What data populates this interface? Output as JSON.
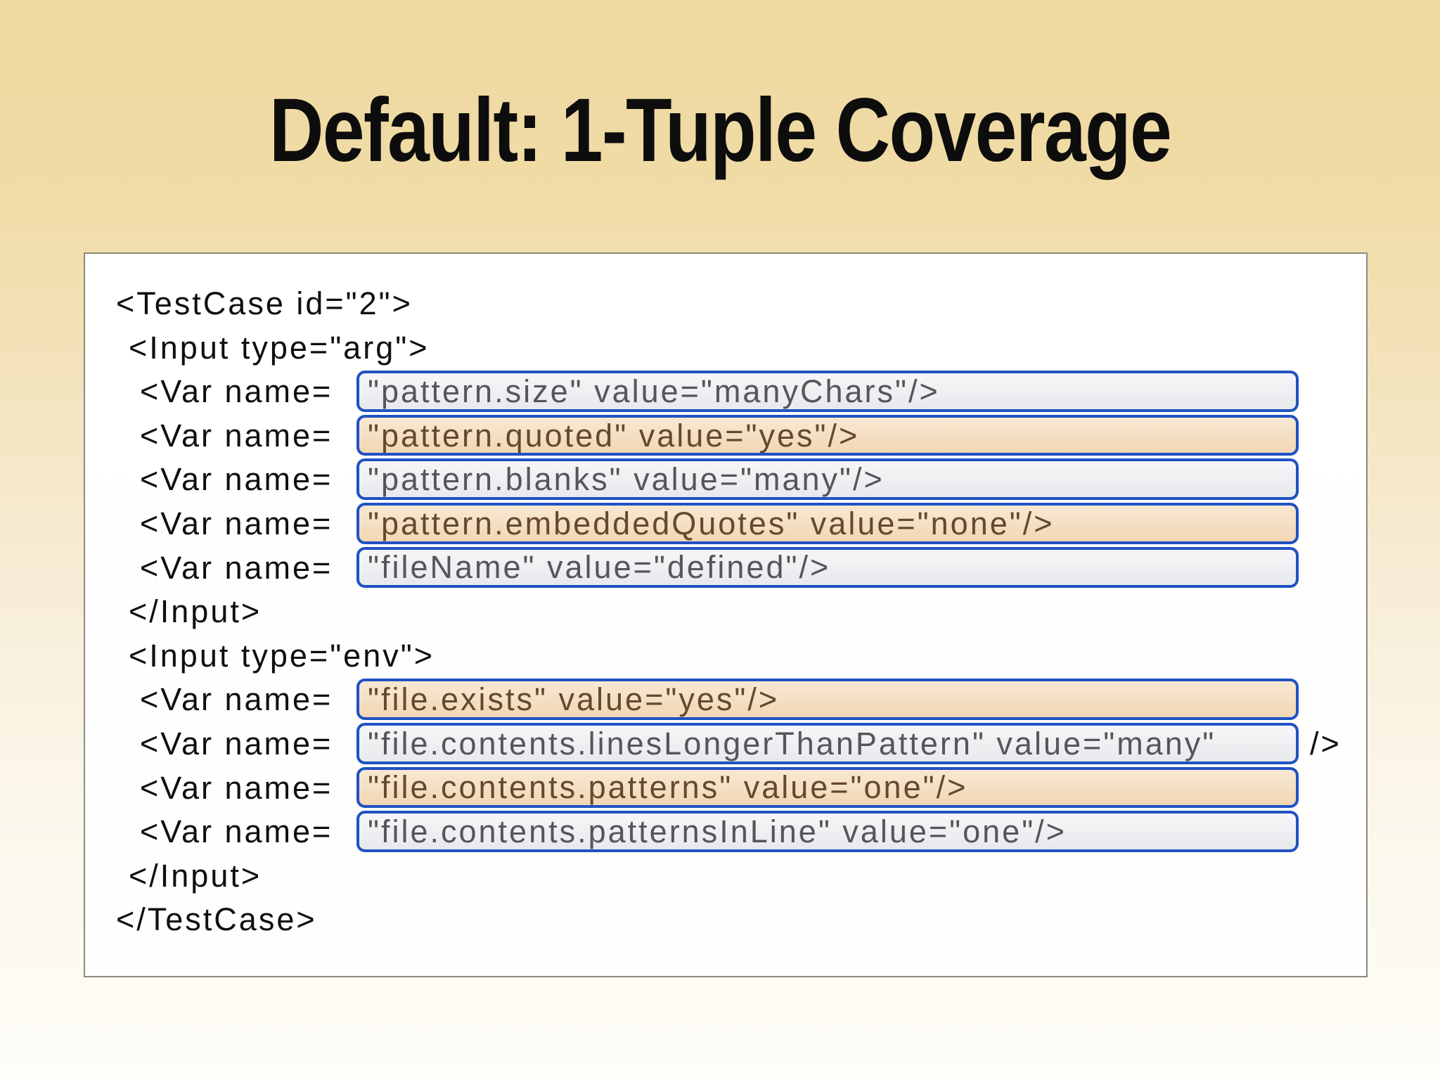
{
  "title": "Default: 1-Tuple Coverage",
  "colors": {
    "bg_top": "#efd9a0",
    "bg_bottom": "#fefdf8",
    "panel_border": "#8a8a7e",
    "code_text": "#0f0f0f",
    "accent_blue": "#1f52c4",
    "gray_box_bg": "#e8e9ec",
    "peach_box_bg": "#f1d7b5",
    "gray_text": "#55565a",
    "brown_text": "#64492e"
  },
  "code": {
    "lines": [
      {
        "indent": 1,
        "text": "<TestCase id=\"2\">"
      },
      {
        "indent": 2,
        "text": "<Input type=\"arg\">"
      },
      {
        "indent": 3,
        "label": "<Var name=",
        "box": "\"pattern.size\" value=\"manyChars\"/>",
        "style": "gray"
      },
      {
        "indent": 3,
        "label": "<Var name=",
        "box": "\"pattern.quoted\" value=\"yes\"/>",
        "style": "peach"
      },
      {
        "indent": 3,
        "label": "<Var name=",
        "box": "\"pattern.blanks\" value=\"many\"/>",
        "style": "gray"
      },
      {
        "indent": 3,
        "label": "<Var name=",
        "box": "\"pattern.embeddedQuotes\" value=\"none\"/>",
        "style": "peach"
      },
      {
        "indent": 3,
        "label": "<Var name=",
        "box": "\"fileName\" value=\"defined\"/>",
        "style": "gray"
      },
      {
        "indent": 2,
        "text": "</Input>"
      },
      {
        "indent": 2,
        "text": "<Input type=\"env\">"
      },
      {
        "indent": 3,
        "label": "<Var name=",
        "box": "\"file.exists\" value=\"yes\"/>",
        "style": "peach"
      },
      {
        "indent": 3,
        "label": "<Var name=",
        "box": "\"file.contents.linesLongerThanPattern\" value=\"many\"",
        "style": "gray",
        "suffix": "/>"
      },
      {
        "indent": 3,
        "label": "<Var name=",
        "box": "\"file.contents.patterns\" value=\"one\"/>",
        "style": "peach"
      },
      {
        "indent": 3,
        "label": "<Var name=",
        "box": "\"file.contents.patternsInLine\" value=\"one\"/>",
        "style": "gray"
      },
      {
        "indent": 2,
        "text": "</Input>"
      },
      {
        "indent": 1,
        "text": "</TestCase>"
      }
    ]
  }
}
